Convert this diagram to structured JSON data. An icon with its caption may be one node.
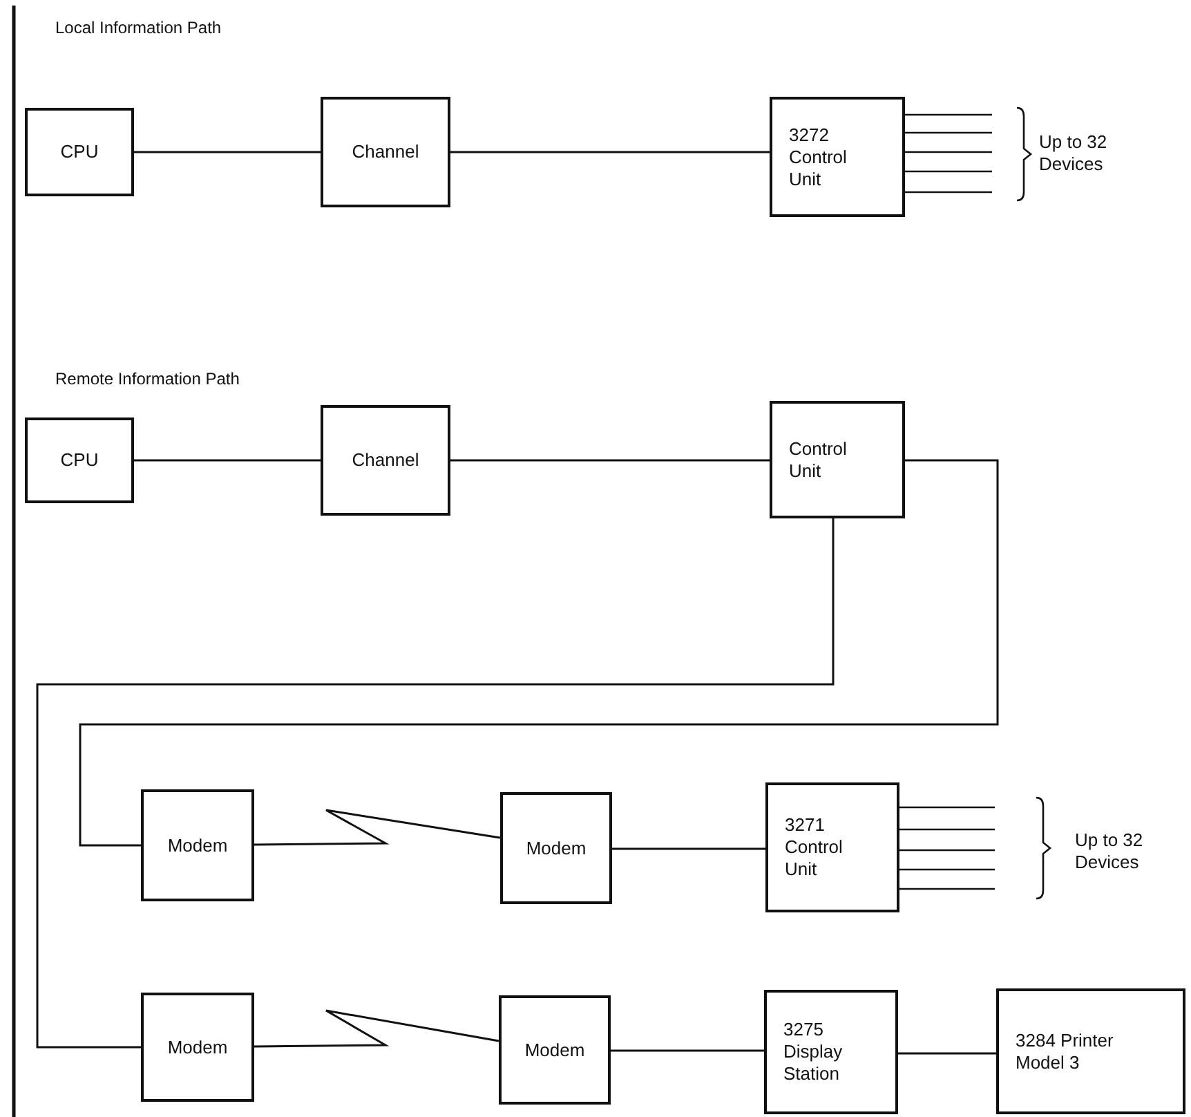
{
  "diagram": {
    "nodes": [
      {
        "text": [
          "CPU"
        ]
      },
      {
        "text": [
          "Channel"
        ]
      },
      {
        "text": [
          "3272 Control Unit"
        ]
      },
      {
        "text": [
          "CPU"
        ]
      },
      {
        "text": [
          "Channel"
        ]
      },
      {
        "text": [
          "Control Unit"
        ]
      },
      {
        "text": [
          "Modem"
        ]
      },
      {
        "text": [
          "Modem"
        ]
      },
      {
        "text": [
          "3271 Control Unit"
        ]
      },
      {
        "text": [
          "Modem"
        ]
      },
      {
        "text": [
          "Modem"
        ]
      },
      {
        "text": [
          "3275 Display Station"
        ]
      },
      {
        "text": [
          "3284 Printer Model 3"
        ]
      }
    ],
    "edges": [
      {
        "from": 0,
        "to": 1,
        "arrow": "none"
      },
      {
        "from": 1,
        "to": 2,
        "arrow": "none"
      },
      {
        "from": 3,
        "to": 4,
        "arrow": "none"
      },
      {
        "from": 4,
        "to": 5,
        "arrow": "none"
      },
      {
        "from": 5,
        "to": 6,
        "arrow": "none"
      },
      {
        "from": 5,
        "to": 9,
        "arrow": "none"
      },
      {
        "from": 6,
        "to": 7,
        "arrow": "none"
      },
      {
        "from": 7,
        "to": 8,
        "arrow": "none"
      },
      {
        "from": 9,
        "to": 10,
        "arrow": "none"
      },
      {
        "from": 10,
        "to": 11,
        "arrow": "none"
      },
      {
        "from": 11,
        "to": 12,
        "arrow": "none"
      }
    ],
    "labels": [
      "Local Information Path",
      "Up to 32 Devices",
      "Remote Information Path",
      "Up to 32 Devices"
    ]
  }
}
